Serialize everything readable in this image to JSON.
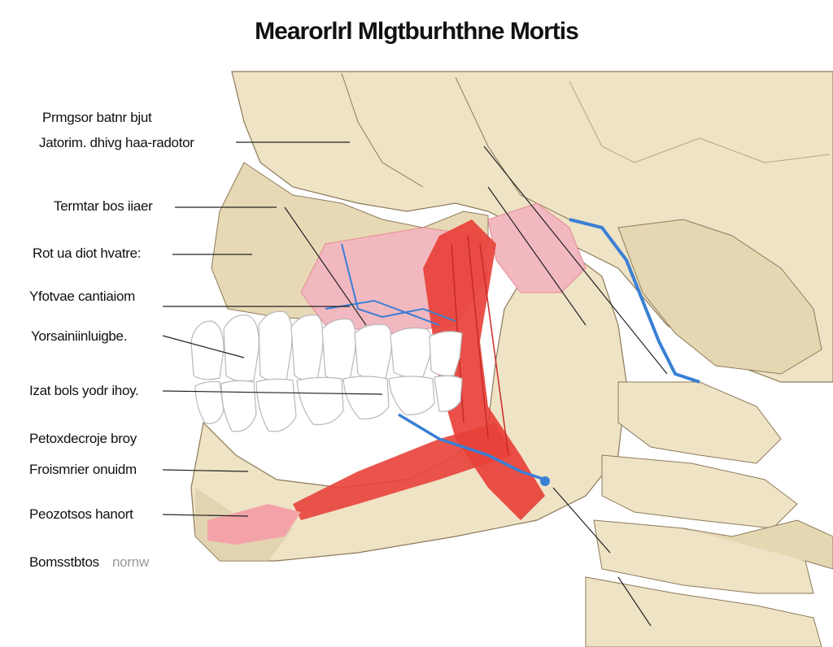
{
  "title": "Mearorlrl Mlgtburhthne Mortis",
  "labels": [
    {
      "id": "l1",
      "text": "Prmgsor batnr bjut"
    },
    {
      "id": "l2",
      "text": "Jatorim. dhivg haa-radotor"
    },
    {
      "id": "l3",
      "text": "Termtar bos iiaer"
    },
    {
      "id": "l4",
      "text": "Rot ua diot hvatre:"
    },
    {
      "id": "l5",
      "text": "Yfotvae cantiaiom"
    },
    {
      "id": "l6",
      "text": "Yorsainiinluigbe."
    },
    {
      "id": "l7",
      "text": "Izat bols yodr ihoy."
    },
    {
      "id": "l8",
      "text": "Petoxdecroje broy"
    },
    {
      "id": "l9",
      "text": "Froismrier onuidm"
    },
    {
      "id": "l10",
      "text": "Peozotsos hanort"
    },
    {
      "id": "l11a",
      "text": "Bomsstbtos"
    },
    {
      "id": "l11b",
      "text": "nornw"
    }
  ],
  "colors": {
    "bone": "#efe3c6",
    "bone_shadow": "#d9c9a3",
    "bone_line": "#8c7a5a",
    "muscle": "#e8413a",
    "muscle_light": "#f3a3a8",
    "tissue_pink": "#f2b8c0",
    "vein": "#3a7fd4",
    "teeth": "#ffffff",
    "teeth_outline": "#b8b8b8"
  }
}
